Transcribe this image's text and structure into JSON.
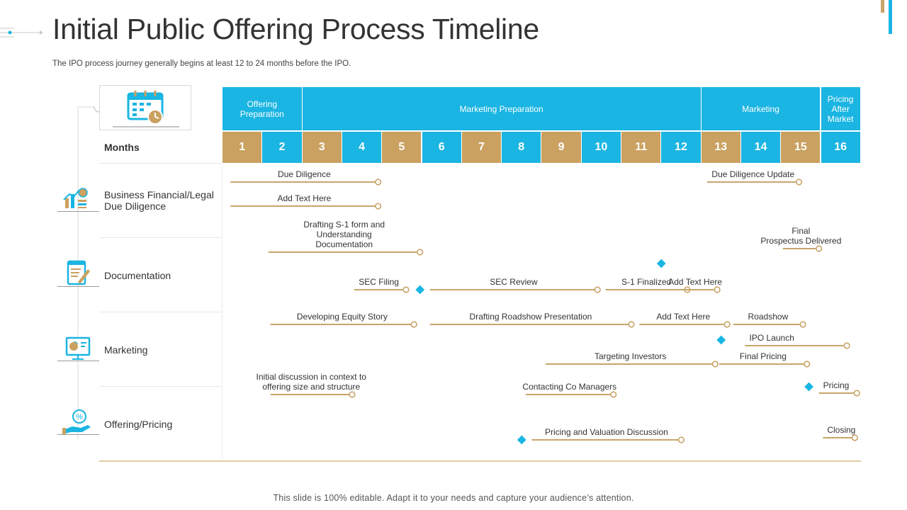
{
  "page": {
    "title": "Initial Public Offering Process Timeline",
    "subtitle": "The IPO process journey generally begins at least 12 to 24 months before the IPO.",
    "footer": "This slide is 100% editable. Adapt it to your needs and capture your audience’s attention.",
    "months_label": "Months"
  },
  "colors": {
    "blue": "#1ab5e2",
    "tan": "#caa160",
    "bar": "#c9a56a",
    "text": "#333333"
  },
  "phases": [
    {
      "label": "Offering Preparation",
      "start": 1,
      "end": 2
    },
    {
      "label": "Marketing Preparation",
      "start": 3,
      "end": 12
    },
    {
      "label": "Marketing",
      "start": 13,
      "end": 15
    },
    {
      "label": "Pricing After Market",
      "start": 16,
      "end": 16
    }
  ],
  "months": [
    "1",
    "2",
    "3",
    "4",
    "5",
    "6",
    "7",
    "8",
    "9",
    "10",
    "11",
    "12",
    "13",
    "14",
    "15",
    "16"
  ],
  "categories": [
    {
      "label": "Business Financial/Legal Due Diligence",
      "icon": "finance-chart-icon"
    },
    {
      "label": "Documentation",
      "icon": "document-pen-icon"
    },
    {
      "label": "Marketing",
      "icon": "presentation-chart-icon"
    },
    {
      "label": "Offering/Pricing",
      "icon": "hand-percent-icon"
    }
  ],
  "chart_data": {
    "type": "timeline",
    "x_unit": "month",
    "xlim": [
      1,
      17
    ],
    "tasks": [
      {
        "label": "Due Diligence",
        "start": 1.2,
        "end": 4.9,
        "row": 0
      },
      {
        "label": "Add Text Here",
        "start": 1.2,
        "end": 4.9,
        "row": 1
      },
      {
        "label": "Drafting S-1 form and Understanding Documentation",
        "start": 2.15,
        "end": 5.95,
        "row": 2
      },
      {
        "label": "SEC Filing",
        "start": 4.3,
        "end": 5.6,
        "row": 3
      },
      {
        "label": "SEC Review",
        "start": 6.2,
        "end": 10.4,
        "row": 3
      },
      {
        "label": "S-1 Finalized",
        "start": 10.6,
        "end": 12.65,
        "row": 3
      },
      {
        "label": "Developing Equity Story",
        "start": 2.2,
        "end": 5.8,
        "row": 4
      },
      {
        "label": "Drafting Roadshow Presentation",
        "start": 6.2,
        "end": 11.25,
        "row": 4
      },
      {
        "label": "Add Text Here",
        "start": 11.45,
        "end": 13.65,
        "row": 4
      },
      {
        "label": "Roadshow",
        "start": 13.8,
        "end": 15.55,
        "row": 4
      },
      {
        "label": "Targeting Investors",
        "start": 9.1,
        "end": 13.35,
        "row": 5
      },
      {
        "label": "Initial discussion in context to offering size and structure",
        "start": 2.2,
        "end": 4.25,
        "row": 6
      },
      {
        "label": "Contacting Co Managers",
        "start": 8.6,
        "end": 10.8,
        "row": 6
      },
      {
        "label": "Pricing and Valuation Discussion",
        "start": 8.75,
        "end": 12.5,
        "row": 7
      },
      {
        "label": "Due Diligence Update",
        "start": 13.15,
        "end": 15.45,
        "row": 8
      },
      {
        "label": "Final Prospectus Delivered",
        "start": 15.05,
        "end": 15.95,
        "row": 9
      },
      {
        "label": "Add Text Here",
        "start": 12.3,
        "end": 13.4,
        "row": 10
      },
      {
        "label": "IPO Launch",
        "start": 14.1,
        "end": 16.65,
        "row": 11
      },
      {
        "label": "Final Pricing",
        "start": 13.45,
        "end": 15.65,
        "row": 12
      },
      {
        "label": "Pricing",
        "start": 15.95,
        "end": 16.9,
        "row": 13
      },
      {
        "label": "Closing",
        "start": 16.05,
        "end": 16.85,
        "row": 14
      }
    ],
    "milestones": [
      {
        "month": 5.95
      },
      {
        "month": 12.0
      },
      {
        "month": 13.5
      },
      {
        "month": 15.7
      },
      {
        "month": 8.5
      }
    ]
  }
}
